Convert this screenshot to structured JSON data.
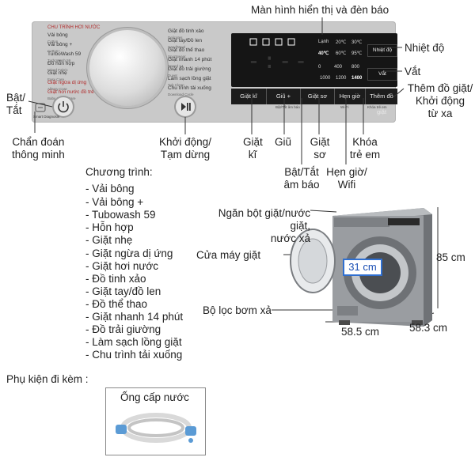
{
  "callouts": {
    "display": "Màn hình hiển thị và đèn báo",
    "temperature": "Nhiệt độ",
    "spin": "Vắt",
    "add_garment": [
      "Thêm đồ giặt/",
      "Khởi động",
      "từ xa"
    ],
    "power": [
      "Bật/",
      "Tắt"
    ],
    "smart_diagnosis": [
      "Chẩn đoán",
      "thông minh"
    ],
    "start_pause": [
      "Khởi động/",
      "Tạm dừng"
    ],
    "wash": [
      "Giặt",
      "kĩ"
    ],
    "rinse": "Giũ",
    "prewash": [
      "Giặt",
      "sơ"
    ],
    "child_lock": [
      "Khóa",
      "trẻ em"
    ],
    "beep": [
      "Bật/Tắt",
      "âm báo"
    ],
    "timer": [
      "Hẹn giờ/",
      "Wifi"
    ],
    "detergent": [
      "Ngăn bột giặt/nước giặt,",
      "nước xả"
    ],
    "door": "Cửa máy giặt",
    "drain_filter": "Bộ lọc bơm xả"
  },
  "programs": {
    "heading": "Chương trình:",
    "items": [
      "- Vải bông",
      "- Vải bông +",
      "- Tubowash 59",
      "- Hỗn hợp",
      "- Giặt nhẹ",
      "- Giặt ngừa dị ứng",
      "- Giặt hơi nước",
      "- Đồ tinh xảo",
      "- Giặt tay/đồ len",
      "- Đồ thể thao",
      "- Giặt nhanh 14 phút",
      "- Đồ trải giường",
      "- Làm sạch lồng giặt",
      "- Chu trình tải xuống"
    ]
  },
  "dimensions": {
    "height": "85 cm",
    "width": "58.5 cm",
    "depth": "58.3 cm",
    "door": "31 cm"
  },
  "accessories": {
    "heading": "Phụ kiện đi kèm :",
    "item": "Ống cấp nước"
  },
  "panel": {
    "header": "CHU TRÌNH HƠI NƯỚC",
    "left_programs": [
      {
        "vi": "Vải bông",
        "en": "Cotton"
      },
      {
        "vi": "Vải bông +",
        "en": "Cotton+"
      },
      {
        "vi": "TurboWash 59",
        "en": "TurboWash 59"
      },
      {
        "vi": "Đồ hỗn hợp",
        "en": "Mixed Fabric"
      },
      {
        "vi": "Giặt nhẹ",
        "en": "Easy Care"
      },
      {
        "vi": "Giặt ngừa dị ứng",
        "en": "Allergy Care"
      },
      {
        "vi": "Giặt hơi nước đồ trẻ em",
        "en": "Baby Steam Care"
      }
    ],
    "right_programs": [
      {
        "vi": "Giặt đồ tinh xảo",
        "en": "Delicates"
      },
      {
        "vi": "Giặt tay/Đồ len",
        "en": "Hand/Wool"
      },
      {
        "vi": "Giặt đồ thể thao",
        "en": "Sportswear"
      },
      {
        "vi": "Giặt nhanh 14 phút",
        "en": "Speed 14"
      },
      {
        "vi": "Giặt đồ trải giường",
        "en": "Duvet"
      },
      {
        "vi": "Làm sạch lồng giặt",
        "en": "Tub Clean"
      },
      {
        "vi": "Chu trình tải xuống",
        "en": "Download Cycle"
      }
    ],
    "screen": {
      "digits": "-:--",
      "temp_label": "Lạnh",
      "temps": [
        "20℃",
        "30℃",
        "40℃",
        "60℃",
        "95℃"
      ],
      "spins": [
        "0",
        "400",
        "800",
        "1000",
        "1200",
        "1400"
      ],
      "temp_button": "Nhiệt độ",
      "spin_button": "Vắt"
    },
    "buttons": [
      "Giặt kĩ",
      "Giũ +",
      "Giặt sơ",
      "Hẹn giờ",
      "Thêm đồ giặt"
    ],
    "button_subs": [
      "",
      "Bật/Tắt âm báo",
      "",
      "Wi-Fi",
      "Khóa trẻ em"
    ],
    "smart_diag_label": "Smart Diagnosis"
  },
  "colors": {
    "panel": "#c9c9c9",
    "display": "#151515",
    "accent": "#1a5fb4",
    "machine": "#8d9094",
    "dim_highlight": "#2f6fd0"
  }
}
